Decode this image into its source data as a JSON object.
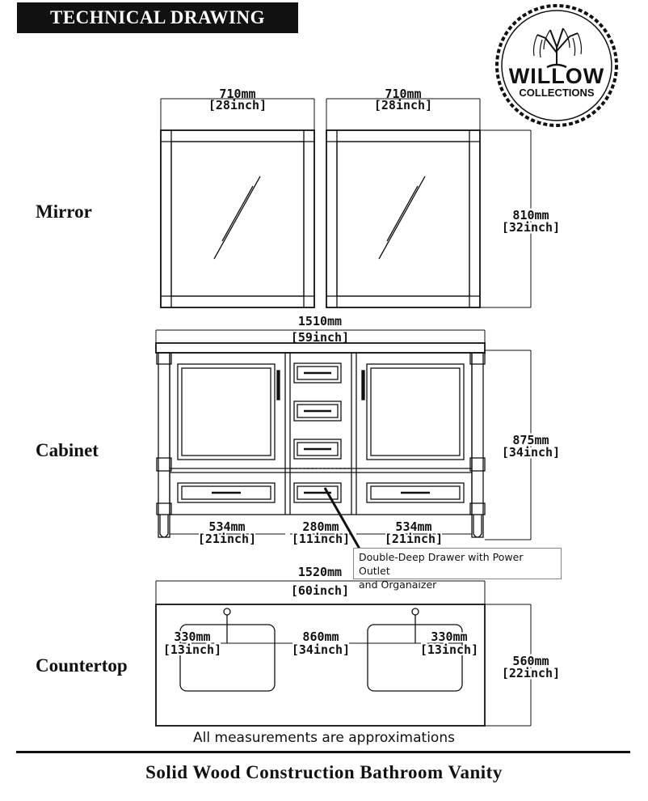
{
  "header": {
    "title": "TECHNICAL DRAWING"
  },
  "sections": {
    "mirror": "Mirror",
    "cabinet": "Cabinet",
    "countertop": "Countertop"
  },
  "logo": {
    "brand": "WILLOW",
    "sub": "COLLECTIONS"
  },
  "dimensions": {
    "mirror_width_left_mm": "710mm",
    "mirror_width_left_in": "[28inch]",
    "mirror_width_right_mm": "710mm",
    "mirror_width_right_in": "[28inch]",
    "mirror_height_mm": "810mm",
    "mirror_height_in": "[32inch]",
    "cabinet_width_mm": "1510mm",
    "cabinet_width_in": "[59inch]",
    "cabinet_height_mm": "875mm",
    "cabinet_height_in": "[34inch]",
    "cabinet_left_mm": "534mm",
    "cabinet_left_in": "[21inch]",
    "cabinet_center_mm": "280mm",
    "cabinet_center_in": "[11inch]",
    "cabinet_right_mm": "534mm",
    "cabinet_right_in": "[21inch]",
    "counter_width_mm": "1520mm",
    "counter_width_in": "[60inch]",
    "counter_sink_left_mm": "330mm",
    "counter_sink_left_in": "[13inch]",
    "counter_between_mm": "860mm",
    "counter_between_in": "[34inch]",
    "counter_sink_right_mm": "330mm",
    "counter_sink_right_in": "[13inch]",
    "counter_depth_mm": "560mm",
    "counter_depth_in": "[22inch]"
  },
  "note": {
    "line1": "Double-Deep Drawer with Power Outlet",
    "line2": "and Organaizer"
  },
  "footnote": "All measurements are approximations",
  "footer": {
    "title": "Solid Wood Construction Bathroom Vanity"
  }
}
